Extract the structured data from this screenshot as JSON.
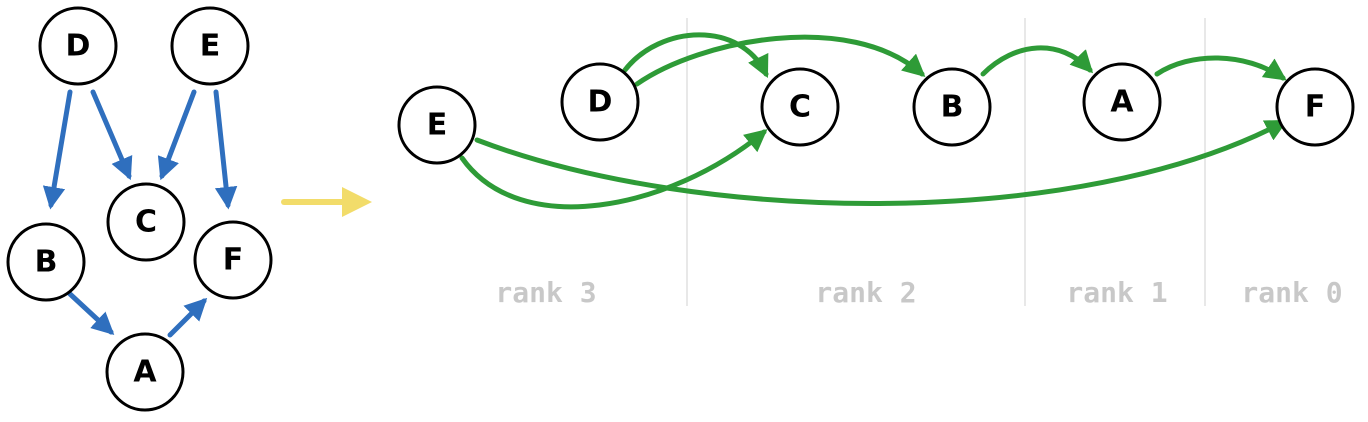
{
  "colors": {
    "blue_edge": "#2f6fbe",
    "green_edge": "#2e9b37",
    "transform_arrow": "#f2dc6a",
    "divider": "#d0d0d0",
    "rank_label": "#c8c8c8"
  },
  "source_graph": {
    "nodes": [
      {
        "id": "D",
        "label": "D"
      },
      {
        "id": "E",
        "label": "E"
      },
      {
        "id": "C",
        "label": "C"
      },
      {
        "id": "B",
        "label": "B"
      },
      {
        "id": "F",
        "label": "F"
      },
      {
        "id": "A",
        "label": "A"
      }
    ],
    "edges": [
      {
        "from": "D",
        "to": "B"
      },
      {
        "from": "D",
        "to": "C"
      },
      {
        "from": "E",
        "to": "C"
      },
      {
        "from": "E",
        "to": "F"
      },
      {
        "from": "B",
        "to": "A"
      },
      {
        "from": "A",
        "to": "F"
      }
    ]
  },
  "ranked_graph": {
    "nodes": [
      {
        "id": "E",
        "label": "E"
      },
      {
        "id": "D",
        "label": "D"
      },
      {
        "id": "C",
        "label": "C"
      },
      {
        "id": "B",
        "label": "B"
      },
      {
        "id": "A",
        "label": "A"
      },
      {
        "id": "F",
        "label": "F"
      }
    ],
    "edges": [
      {
        "from": "D",
        "to": "C"
      },
      {
        "from": "D",
        "to": "B"
      },
      {
        "from": "B",
        "to": "A"
      },
      {
        "from": "A",
        "to": "F"
      },
      {
        "from": "E",
        "to": "C"
      },
      {
        "from": "E",
        "to": "F"
      }
    ],
    "ranks": [
      {
        "label": "rank 3"
      },
      {
        "label": "rank 2"
      },
      {
        "label": "rank 1"
      },
      {
        "label": "rank 0"
      }
    ]
  }
}
